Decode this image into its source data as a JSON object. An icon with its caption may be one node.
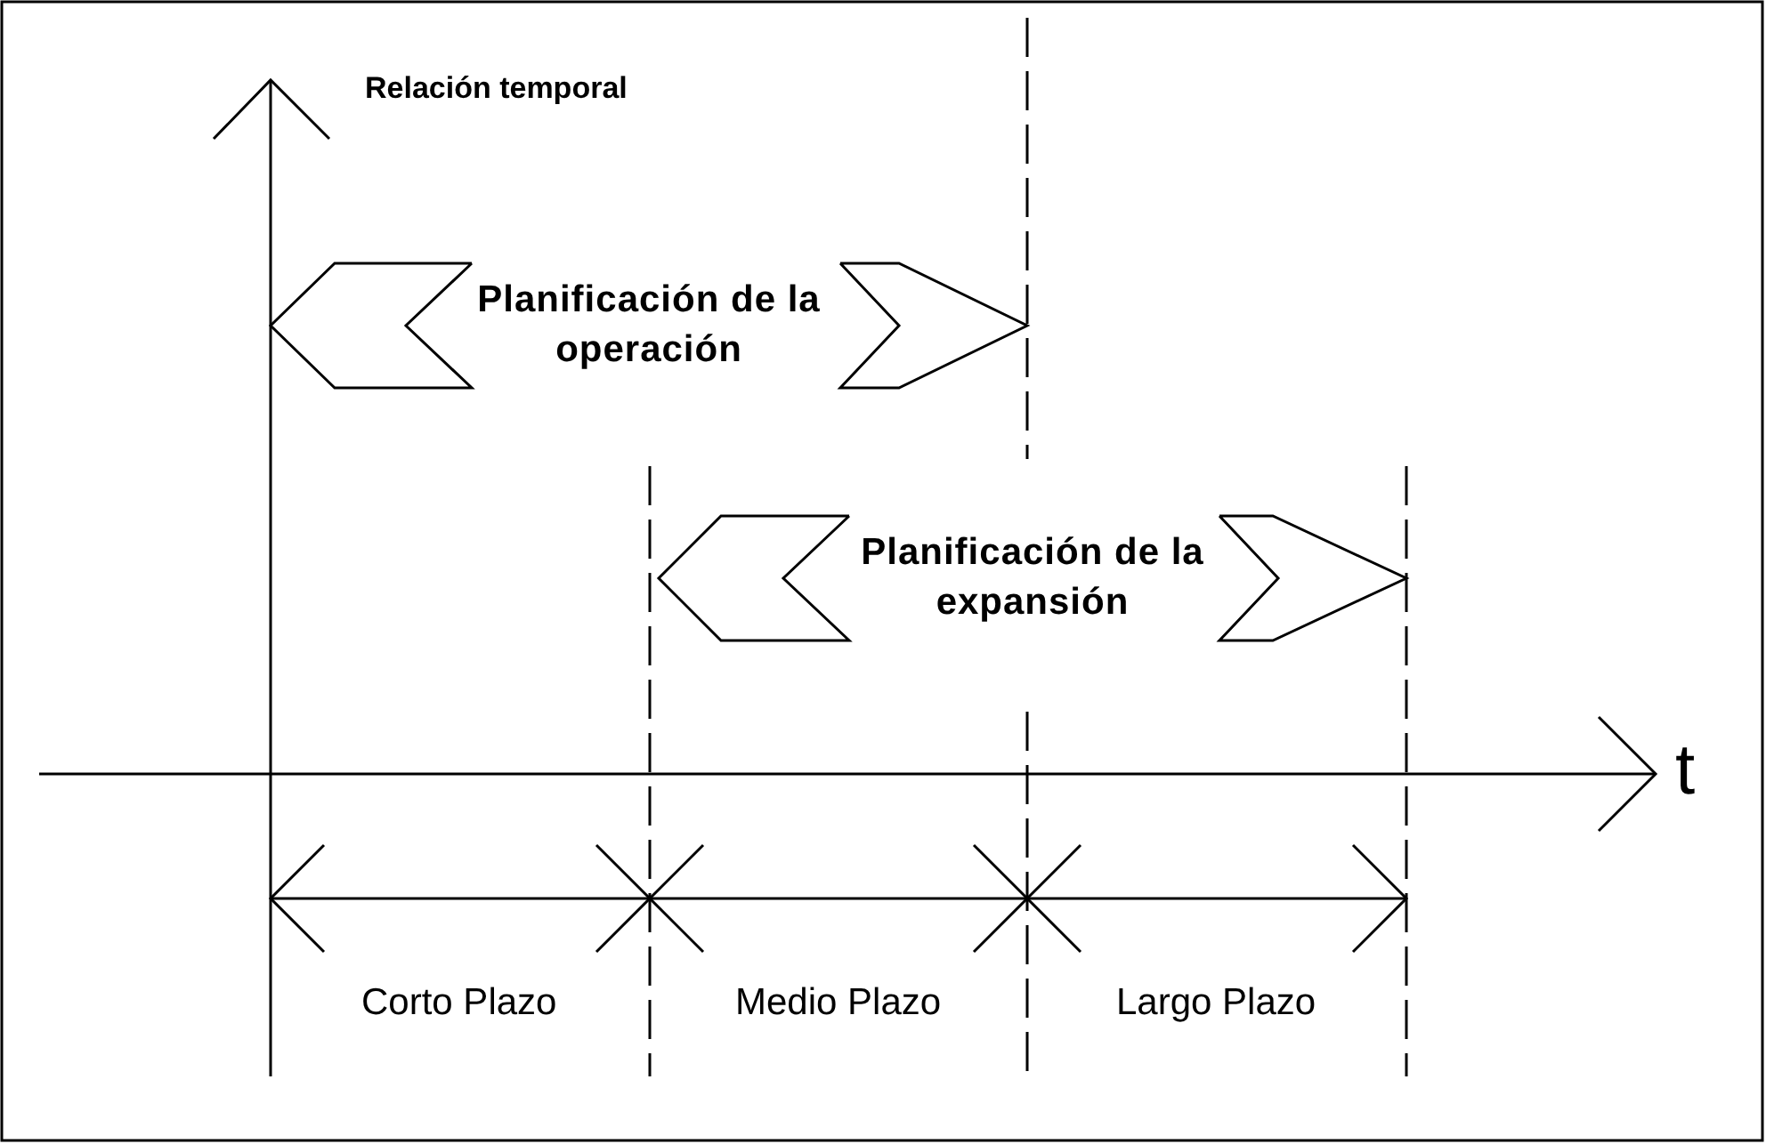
{
  "diagram": {
    "nodes": [
      {
        "text": [
          "Planificación de la operación"
        ]
      },
      {
        "text": [
          "Planificación de la expansión"
        ]
      }
    ],
    "labels": [
      "Relación temporal",
      "t",
      "Corto Plazo",
      "Medio Plazo",
      "Largo Plazo"
    ]
  }
}
